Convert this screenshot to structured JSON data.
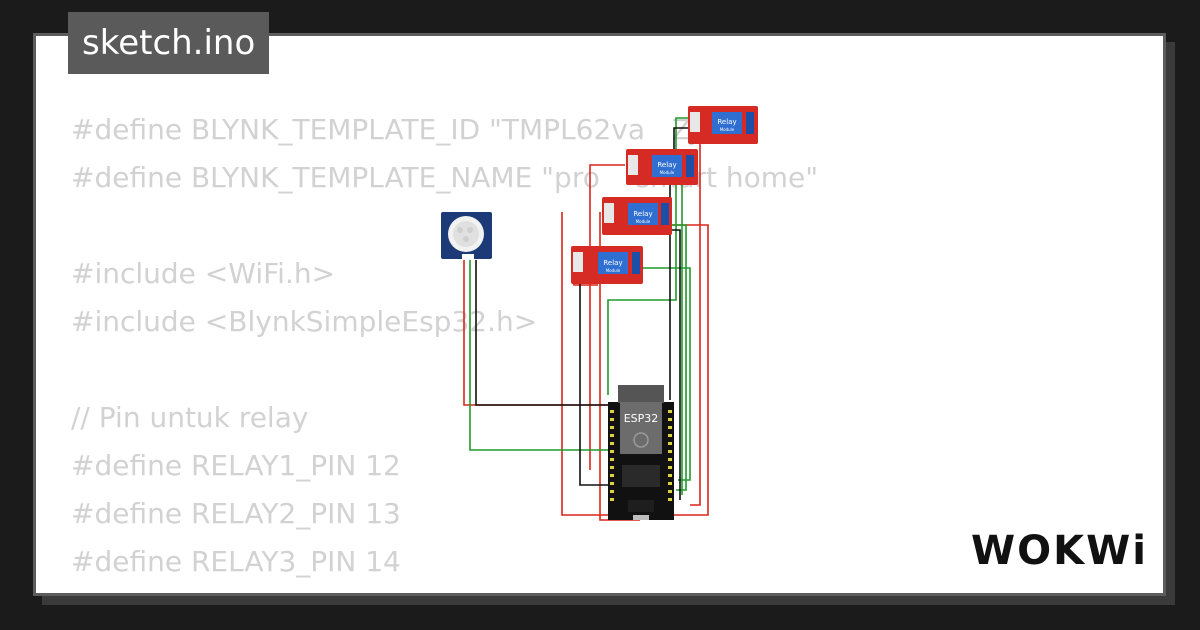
{
  "tab": {
    "filename": "sketch.ino"
  },
  "code_lines": [
    "#define BLYNK_TEMPLATE_ID \"TMPL62va   ZJ\"",
    "#define BLYNK_TEMPLATE_NAME \"pro    smart home\"",
    "",
    "#include <WiFi.h>",
    "#include <BlynkSimpleEsp32.h>",
    "",
    "// Pin untuk relay",
    "#define RELAY1_PIN 12",
    "#define RELAY2_PIN 13",
    "#define RELAY3_PIN 14",
    "#define RELAY4_PIN 27"
  ],
  "components": {
    "relays": [
      {
        "label": "Relay",
        "sublabel": "Module"
      },
      {
        "label": "Relay",
        "sublabel": "Module"
      },
      {
        "label": "Relay",
        "sublabel": "Module"
      },
      {
        "label": "Relay",
        "sublabel": "Module"
      }
    ],
    "board": {
      "label": "ESP32"
    }
  },
  "colors": {
    "wire_red": "#d9261c",
    "wire_green": "#1f9a2a",
    "wire_black": "#111111",
    "relay_red": "#d62b25",
    "relay_blue": "#2f6fd1",
    "pir_blue": "#1d3a78"
  },
  "brand": {
    "logo": "WOKWi"
  }
}
